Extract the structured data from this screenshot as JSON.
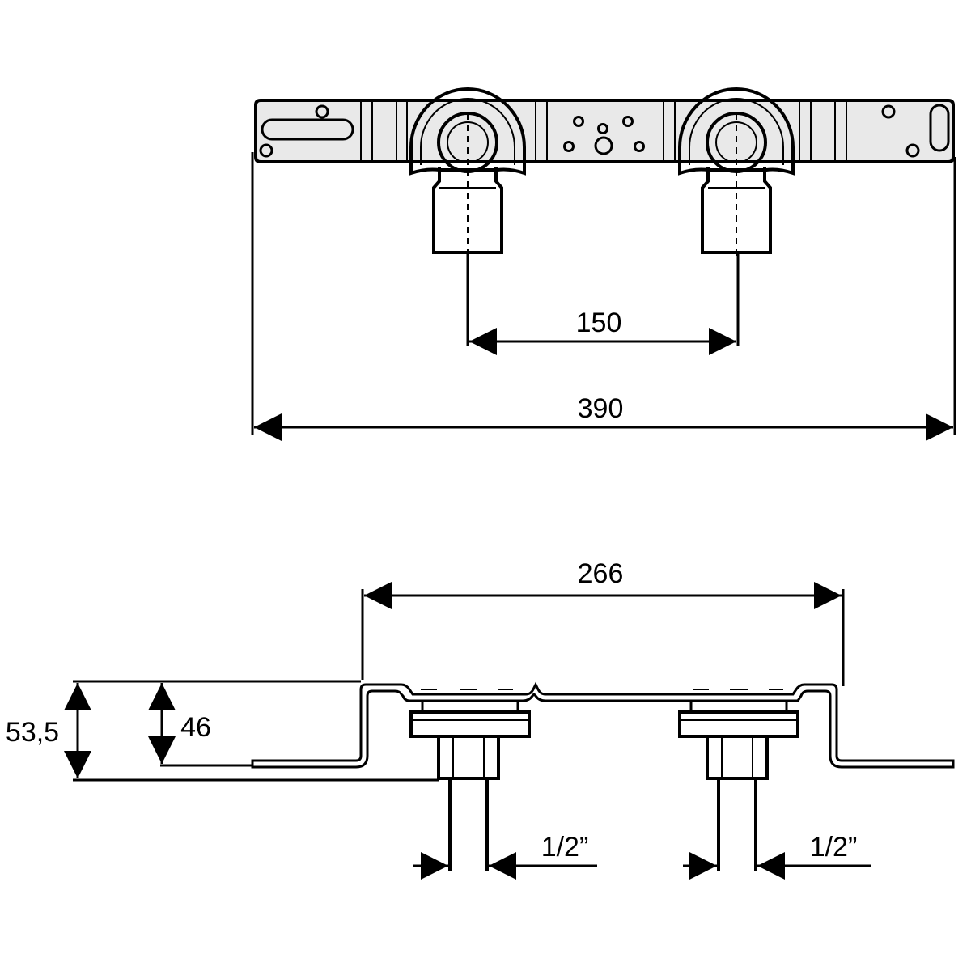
{
  "dimensions": {
    "front": {
      "inlet_spacing": "150",
      "overall_width": "390"
    },
    "plan": {
      "span_width": "266",
      "overall_depth": "53,5",
      "plate_depth": "46",
      "left_outlet_thread": "1/2”",
      "right_outlet_thread": "1/2”"
    }
  },
  "colors": {
    "line": "#000000",
    "fill_light": "#e9e9e9",
    "background": "#ffffff"
  }
}
